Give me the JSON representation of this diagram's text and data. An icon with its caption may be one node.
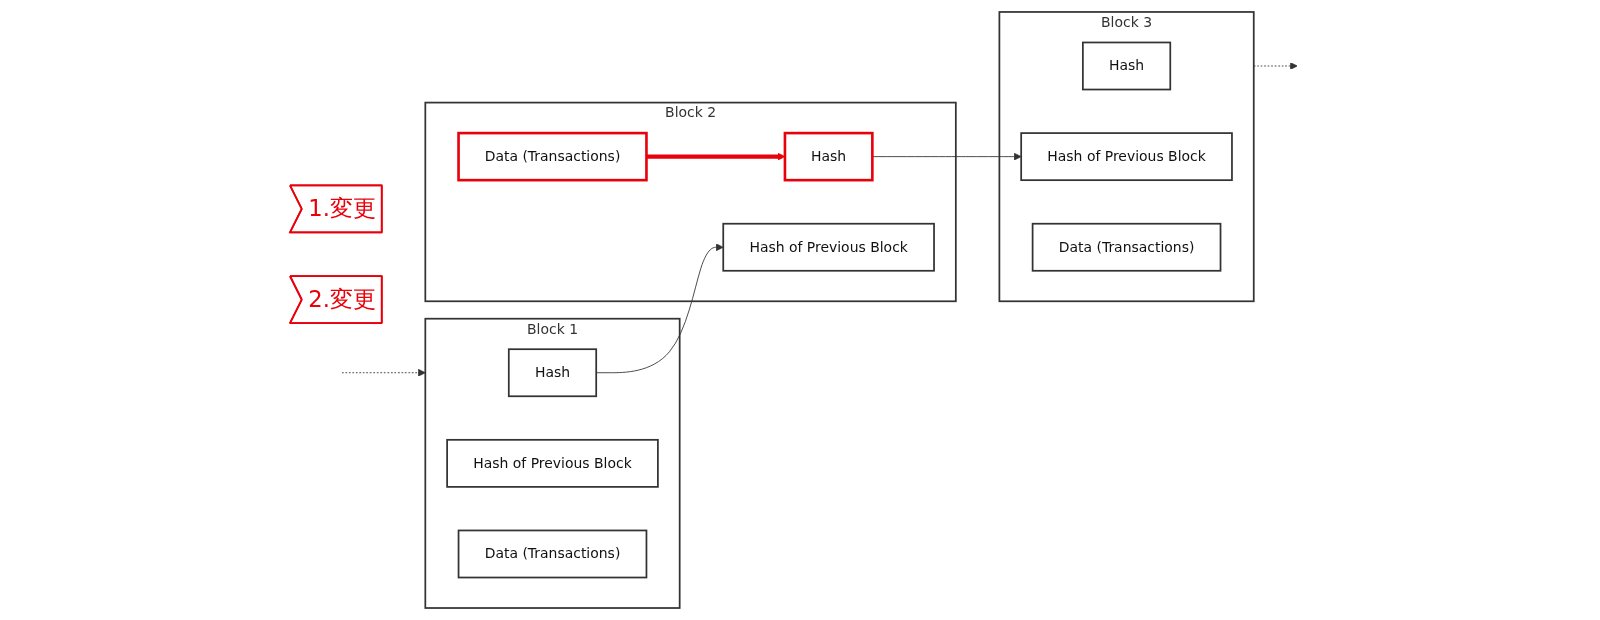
{
  "diagram": {
    "nodes": [
      {
        "text": [
          "Block 1"
        ]
      },
      {
        "text": [
          "Hash"
        ],
        "in": 0
      },
      {
        "text": [
          "Hash of Previous Block"
        ],
        "in": 0
      },
      {
        "text": [
          "Data (Transactions)"
        ],
        "in": 0
      },
      {
        "text": [
          "Block 2"
        ]
      },
      {
        "text": [
          "Hash"
        ],
        "in": 4
      },
      {
        "text": [
          "Hash of Previous Block"
        ],
        "in": 4
      },
      {
        "text": [
          "Data (Transactions)"
        ],
        "in": 4
      },
      {
        "text": [
          "Block 3"
        ]
      },
      {
        "text": [
          "Hash"
        ],
        "in": 8
      },
      {
        "text": [
          "Hash of Previous Block"
        ],
        "in": 8
      },
      {
        "text": [
          "Data (Transactions)"
        ],
        "in": 8
      },
      {
        "text": [
          "1.変更"
        ]
      },
      {
        "text": [
          "2.変更"
        ]
      }
    ],
    "edges": [
      {
        "from": null,
        "to": 0,
        "arrow": "to",
        "style": "dashed"
      },
      {
        "from": 1,
        "to": 6,
        "arrow": "to"
      },
      {
        "from": 5,
        "to": 10,
        "arrow": "to"
      },
      {
        "from": 7,
        "to": 5,
        "arrow": "to",
        "style": "thick",
        "color": "#e8000b"
      },
      {
        "from": 8,
        "to": null,
        "arrow": "to",
        "style": "dashed"
      }
    ]
  }
}
